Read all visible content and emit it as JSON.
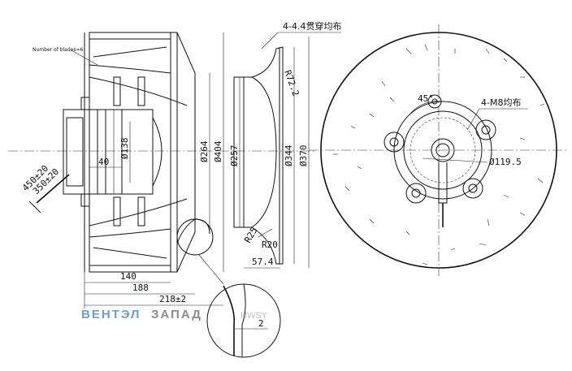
{
  "side_view": {
    "blades_note": "Number of blades=6",
    "dim_40": "40",
    "dim_138": "Ø138",
    "dim_264": "Ø264",
    "dim_404": "Ø404",
    "dim_140": "140",
    "dim_188": "188",
    "dim_218": "218±2",
    "cable_450": "450±20",
    "cable_350": "350±20",
    "detail_2": "2"
  },
  "section_view": {
    "holes_note": "4-4.4贯穿均布",
    "r72": "R72.2",
    "r25": "R25",
    "r20": "R20",
    "dim_257": "Ø257",
    "dim_344": "Ø344",
    "dim_370": "Ø370",
    "dim_57": "57.4"
  },
  "front_view": {
    "angle_45": "45°",
    "m8_note": "4-M8均布",
    "bolt_circle": "Ø119.5"
  },
  "watermark": {
    "part1": "ВЕНТЭЛ",
    "part2": "ЗАПАД",
    "part3": "HWSY"
  }
}
